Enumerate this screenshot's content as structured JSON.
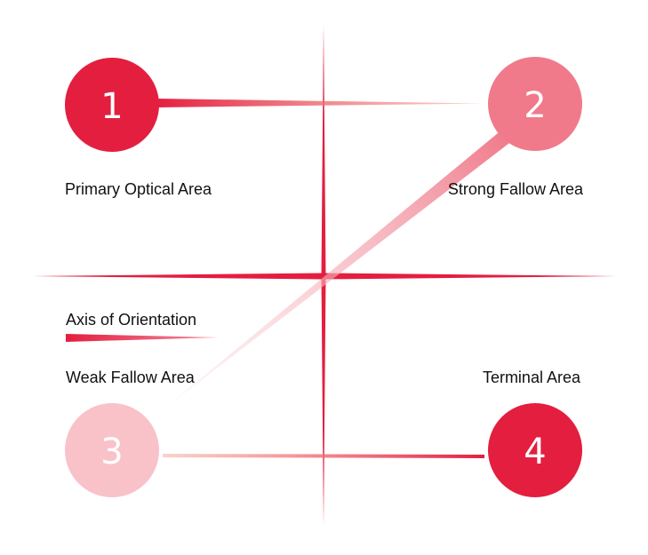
{
  "colors": {
    "axis": "#e41e3f",
    "circle_1": "#e41e3f",
    "circle_2": "#f07a8a",
    "circle_3": "#f9c2c9",
    "circle_4": "#e41e3f",
    "number_text": "#ffffff"
  },
  "areas": [
    {
      "number": "1",
      "label": "Primary Optical Area"
    },
    {
      "number": "2",
      "label": "Strong Fallow Area"
    },
    {
      "number": "3",
      "label": "Weak Fallow Area"
    },
    {
      "number": "4",
      "label": "Terminal Area"
    }
  ],
  "legend": {
    "label": "Axis of Orientation"
  }
}
